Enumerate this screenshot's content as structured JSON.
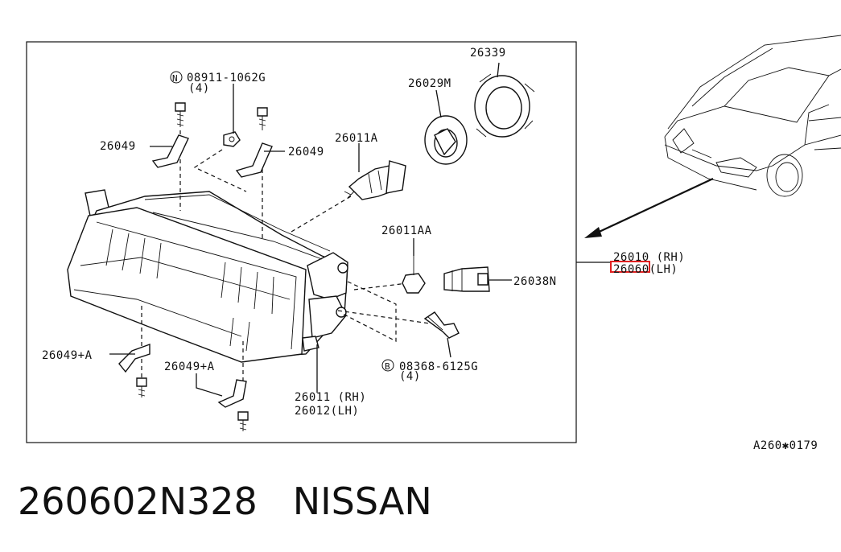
{
  "labels": {
    "p26339": "26339",
    "p26029m": "26029M",
    "p08911": "08911-1062G",
    "p08911_qty": "(4)",
    "p26049_left": "26049",
    "p26049_right": "26049",
    "p26011a": "26011A",
    "p26011aa": "26011AA",
    "p26038n": "26038N",
    "p26049a_left": "26049+A",
    "p26049a_mid": "26049+A",
    "p08368": "08368-6125G",
    "p08368_qty": "(4)",
    "p26011": "26011 (RH)",
    "p26012": "26012(LH)",
    "p26010": "26010 (RH)",
    "p26060": "26060(LH)",
    "ref_code": "A260✱0179"
  },
  "badges": {
    "n_symbol": "N",
    "b_symbol": "B"
  },
  "footer": {
    "part_number": "260602N328",
    "brand": "NISSAN"
  },
  "colors": {
    "ink": "#111111",
    "highlight": "#e02020"
  }
}
